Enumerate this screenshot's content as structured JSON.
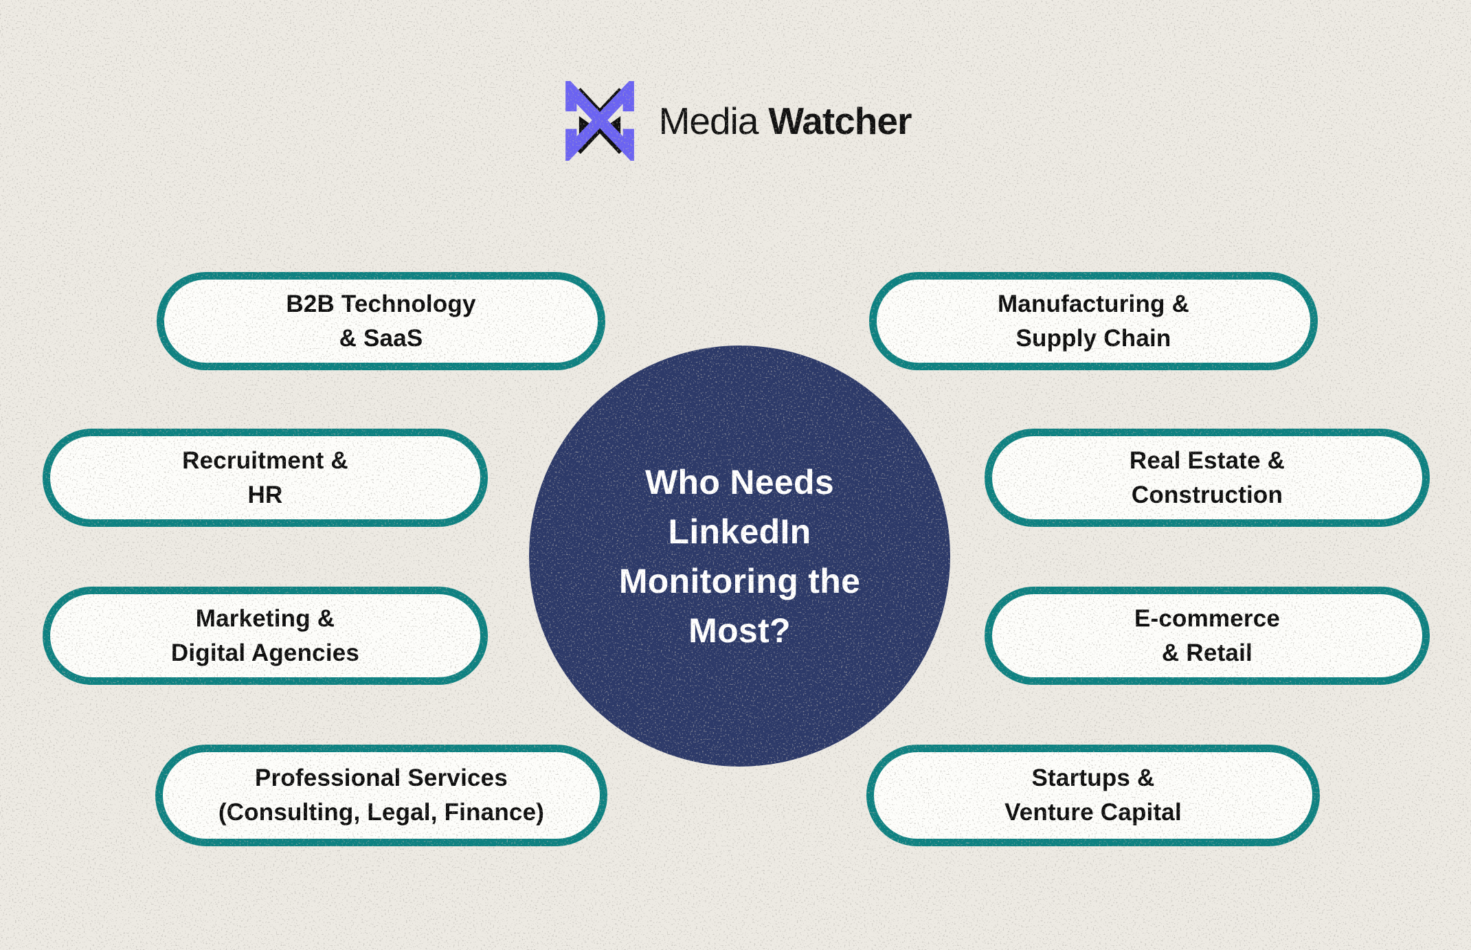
{
  "logo": {
    "brand_regular": "Media",
    "brand_bold": "Watcher",
    "icon": "crossed-arrows-x-icon"
  },
  "center": {
    "question": "Who Needs LinkedIn Monitoring the Most?",
    "lines": [
      "Who Needs",
      "LinkedIn",
      "Monitoring the",
      "Most?"
    ]
  },
  "pills": {
    "left": [
      {
        "line1": "B2B Technology",
        "line2": "& SaaS"
      },
      {
        "line1": "Recruitment &",
        "line2": "HR"
      },
      {
        "line1": "Marketing &",
        "line2": "Digital Agencies"
      },
      {
        "line1": "Professional Services",
        "line2": "(Consulting, Legal, Finance)"
      }
    ],
    "right": [
      {
        "line1": "Manufacturing &",
        "line2": "Supply Chain"
      },
      {
        "line1": "Real Estate &",
        "line2": "Construction"
      },
      {
        "line1": "E-commerce",
        "line2": "& Retail"
      },
      {
        "line1": "Startups &",
        "line2": "Venture Capital"
      }
    ]
  },
  "colors": {
    "background": "#edeae3",
    "pill_border": "#0e8181",
    "pill_fill": "#fdfdfa",
    "pill_text": "#0d0d0d",
    "circle_fill": "#2d3a69",
    "circle_text": "#ffffff",
    "logo_accent": "#6b63f2",
    "logo_black": "#0f0f0f"
  }
}
